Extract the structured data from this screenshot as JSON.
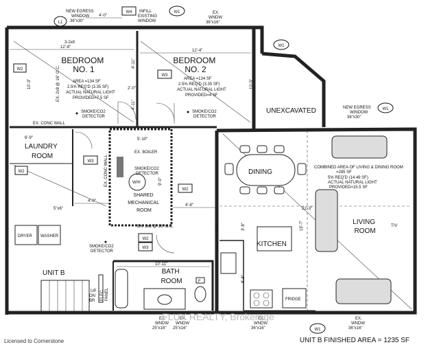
{
  "window_tags": {
    "w1": "W1",
    "w2": "W2",
    "w3": "W3",
    "w4": "W4",
    "l1": "L1"
  },
  "notes": {
    "new_egress_top": [
      "NEW EGRESS",
      "WINDOW",
      "36\"x30\""
    ],
    "infill_window": [
      "INFILL",
      "EXISTING",
      "WINDOW"
    ],
    "ex_wndw_top": [
      "EX.",
      "WNDW",
      "36\"x16\""
    ],
    "new_egress_right": [
      "NEW EGRESS",
      "WINDOW",
      "36\"x30\""
    ],
    "ex_wndw_bath1": [
      "EX.",
      "WNDW",
      "25\"x16\""
    ],
    "ex_wndw_bath2": [
      "EX.",
      "WNDW",
      "25\"x16\""
    ],
    "ex_wndw_kitchen": [
      "EX.",
      "WNDW",
      "36\"x16\""
    ],
    "ex_wndw_living": [
      "EX.",
      "WNDW",
      "36\"x16\""
    ]
  },
  "bedroom1": {
    "name": [
      "BEDROOM",
      "NO. 1"
    ],
    "info": [
      "AREA =134 SF",
      "2.5% REQ'D (3.35 SF)",
      "ACTUAL NATURAL LIGHT",
      "PROVIDED=7.5 SF"
    ],
    "detector": [
      "SMOKE/CO2",
      "DETECTOR"
    ]
  },
  "bedroom2": {
    "name": [
      "BEDROOM",
      "NO. 2"
    ],
    "info": [
      "AREA =134 SF",
      "2.5% REQ'D (3.35 SF)",
      "ACTUAL NATURAL LIGHT",
      "PROVIDED=4 SF"
    ],
    "detector": [
      "SMOKE/CO2",
      "DETECTOR"
    ]
  },
  "rooms": {
    "unexcavated": "UNEXCAVATED",
    "laundry": [
      "LAUNDRY",
      "ROOM"
    ],
    "mechanical": [
      "SHARED",
      "MECHANICAL",
      "ROOM"
    ],
    "dining": "DINING",
    "kitchen": "KITCHEN",
    "living": [
      "LIVING",
      "ROOM"
    ],
    "bath": [
      "BATH",
      "ROOM"
    ],
    "unit": "UNIT B"
  },
  "living_dining_info": [
    "COMBINED AREA OF LIVING & DINING ROOM",
    "=285 SF",
    "5% REQ'D (14.49 SF)",
    "ACTUAL NATURAL LIGHT",
    "PROVIDED=15.5 SF"
  ],
  "fixtures": {
    "dryer": "DRYER",
    "washer": "WASHER",
    "fridge": "FRIDGE",
    "boiler": "EX. BOILER",
    "wh": "W/H",
    "elec_panel": [
      "ELEC.",
      "PANEL"
    ],
    "f": "F",
    "mech_detector": [
      "SMOKE/CO2",
      "DETECTOR"
    ],
    "corridor_detector": [
      "SMOKE/CO2",
      "DETECTOR"
    ],
    "up": [
      "UP",
      "ON",
      "BR"
    ],
    "stair_tf": "T/V"
  },
  "walls_notes": {
    "conc_wall_b1": "EX. CONC WALL",
    "conc_wall_laundry": "EX. CONC WALL",
    "beam_b1": "EX. 2x8 @ 16\" O.C.",
    "beam_mech": "EX. 2x8 @ 16\" O.C.",
    "joist_top": "3-2x8"
  },
  "dimensions": {
    "d_4_0_top": "4'-0\"",
    "d_12_8": "12'-8\"",
    "d_12_4": "12'-4\"",
    "d_10_3": "10'-3\"",
    "d_4_11a": "4'-11\"",
    "d_4_11b": "4'-11\"",
    "d_2_0": "2'-0\"",
    "d_10_5": "10'-5\"",
    "d_6_9": "6'-9\"",
    "d_5_10": "5'-10\"",
    "d_9_0": "9'-0\"",
    "d_4_0_mid": "4'-0\"",
    "d_5x6": "5\"x6\"",
    "d_4_8": "4'-8\"",
    "d_3_2": "3'-2\"",
    "d_3_8": "3'-8\"",
    "d_19_7": "19'-7\"",
    "d_21_3": "21'-3\"",
    "d_8_8": "8'-8\"",
    "d_10_11": "10'-11\""
  },
  "watermark": "FLUX REALTY, Brokerage",
  "finished_area": "UNIT B FINISHED AREA = 1235 SF",
  "license": "Licensed to Cornerstone"
}
